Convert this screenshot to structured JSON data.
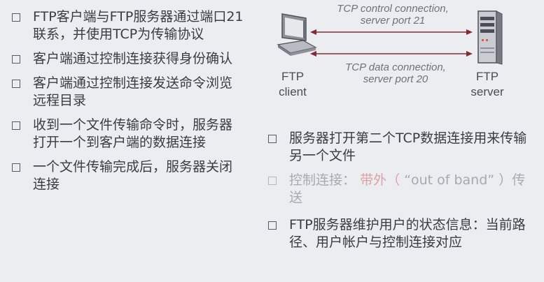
{
  "left_bullets": [
    {
      "text": "FTP客户端与FTP服务器通过端口21联系，并使用TCP为传输协议"
    },
    {
      "text": "客户端通过控制连接获得身份确认"
    },
    {
      "text": "客户端通过控制连接发送命令浏览远程目录"
    },
    {
      "text": "收到一个文件传输命令时，服务器打开一个到客户端的数据连接"
    },
    {
      "text": "一个文件传输完成后，服务器关闭连接"
    }
  ],
  "right_bullets": {
    "b1": "服务器打开第二个TCP数据连接用来传输另一个文件",
    "b2_prefix": "控制连接：",
    "b2_band": "带外（",
    "b2_quote": "“out of band”",
    "b2_suffix": "）传送",
    "b3": "FTP服务器维护用户的状态信息：当前路径、用户帐户与控制连接对应"
  },
  "diagram": {
    "control_caption_1": "TCP control connection,",
    "control_caption_2": "server port 21",
    "data_caption_1": "TCP data connection,",
    "data_caption_2": "server port 20",
    "client_label_1": "FTP",
    "client_label_2": "client",
    "server_label_1": "FTP",
    "server_label_2": "server"
  },
  "colors": {
    "background": "#ecedf0",
    "text": "#3a3b44",
    "faded_text": "#a9aab2",
    "out_of_band_accent": "#d9a2a6"
  },
  "icons": [
    "client-computer-icon",
    "server-tower-icon",
    "bullet-square-icon"
  ]
}
